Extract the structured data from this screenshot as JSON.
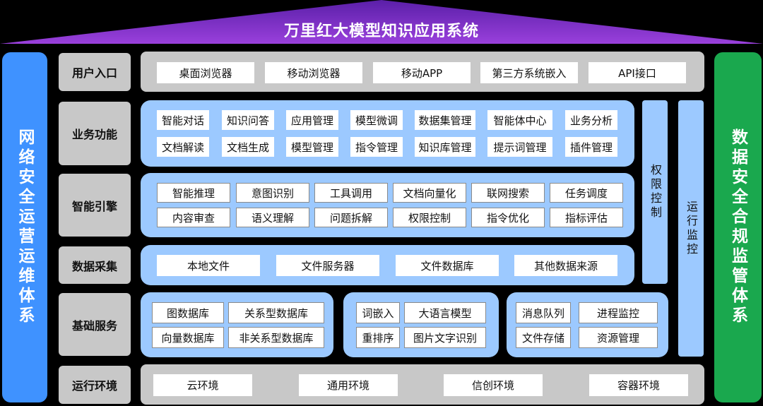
{
  "title": "万里红大模型知识应用系统",
  "left_system": "网络安全运营运维体系",
  "right_system": "数据安全合规监管体系",
  "layers": {
    "user": {
      "label": "用户入口",
      "items": [
        "桌面浏览器",
        "移动浏览器",
        "移动APP",
        "第三方系统嵌入",
        "API接口"
      ]
    },
    "business": {
      "label": "业务功能",
      "items": [
        "智能对话",
        "知识问答",
        "应用管理",
        "模型微调",
        "数据集管理",
        "智能体中心",
        "业务分析",
        "文档解读",
        "文档生成",
        "模型管理",
        "指令管理",
        "知识库管理",
        "提示词管理",
        "插件管理"
      ]
    },
    "engine": {
      "label": "智能引擎",
      "items": [
        "智能推理",
        "意图识别",
        "工具调用",
        "文档向量化",
        "联网搜索",
        "任务调度",
        "内容审查",
        "语义理解",
        "问题拆解",
        "权限控制",
        "指令优化",
        "指标评估"
      ]
    },
    "data": {
      "label": "数据采集",
      "items": [
        "本地文件",
        "文件服务器",
        "文件数据库",
        "其他数据来源"
      ]
    },
    "base": {
      "label": "基础服务",
      "group1": [
        "图数据库",
        "关系型数据库",
        "向量数据库",
        "非关系型数据库"
      ],
      "group2": [
        "词嵌入",
        "大语言模型",
        "重排序",
        "图片文字识别"
      ],
      "group3": [
        "消息队列",
        "进程监控",
        "文件存储",
        "资源管理"
      ]
    },
    "env": {
      "label": "运行环境",
      "items": [
        "云环境",
        "通用环境",
        "信创环境",
        "容器环境"
      ]
    }
  },
  "side_columns": {
    "access": "权限控制",
    "monitor": "运行监控"
  },
  "colors": {
    "roof_dark": "#2b0a6a",
    "roof_light": "#8f3ad6",
    "left_bar": "#3f92ff",
    "right_bar": "#1aa84e",
    "label_gray": "#c8c8c8",
    "panel_blue": "#9cc9ff"
  }
}
